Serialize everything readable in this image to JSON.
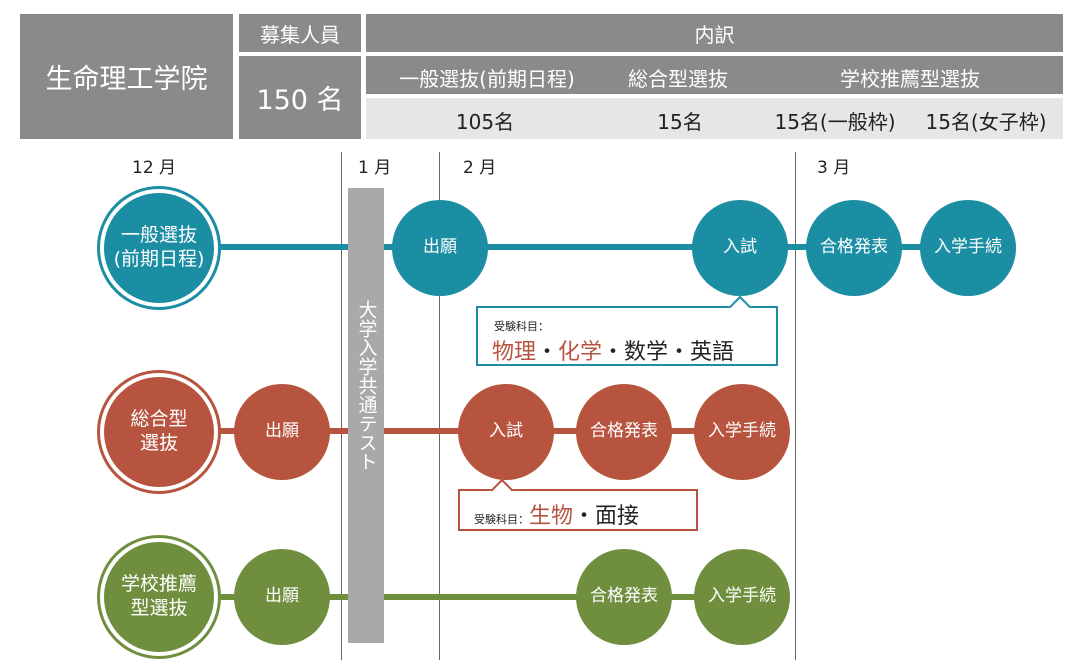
{
  "header": {
    "institute": "生命理工学院",
    "recruit_label": "募集人員",
    "recruit_value": "150 名",
    "breakdown_label": "内訳",
    "categories": [
      "一般選抜(前期日程)",
      "総合型選抜",
      "学校推薦型選抜"
    ],
    "counts": [
      "105名",
      "15名",
      "15名(一般枠)",
      "15名(女子枠)"
    ]
  },
  "months": [
    "12 月",
    "1 月",
    "2 月",
    "3 月"
  ],
  "common_test": "大学入学共通テスト",
  "rows": {
    "general": {
      "label": "一般選抜\n(前期日程)",
      "steps": [
        "出願",
        "入試",
        "合格発表",
        "入学手続"
      ],
      "subjects_label": "受験科目：",
      "subjects": [
        "物理",
        "・",
        "化学",
        "・数学・英語"
      ]
    },
    "comprehensive": {
      "label": "総合型\n選抜",
      "steps": [
        "出願",
        "入試",
        "合格発表",
        "入学手続"
      ],
      "subjects_label": "受験科目：",
      "subjects": [
        "生物",
        "・面接"
      ]
    },
    "recommendation": {
      "label": "学校推薦\n型選抜",
      "steps": [
        "出願",
        "合格発表",
        "入学手続"
      ]
    }
  },
  "colors": {
    "teal": "#1b8ea3",
    "red": "#b7543f",
    "green": "#6f8f3e",
    "gray": "#8a8a8a",
    "light_gray": "#e6e6e6",
    "bar": "#a9a9a9"
  }
}
